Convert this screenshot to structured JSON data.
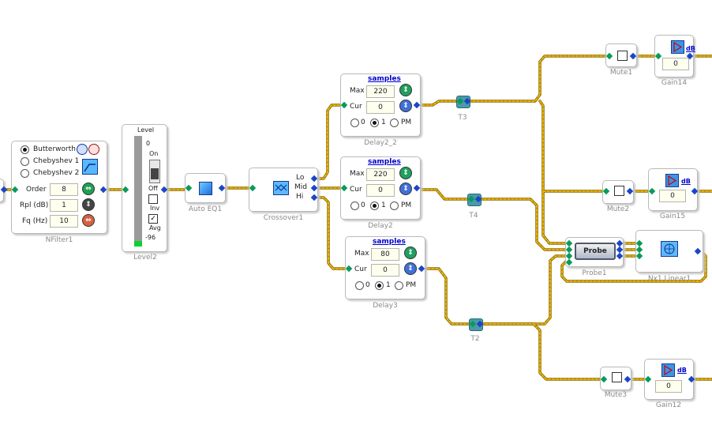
{
  "colors": {
    "wire": "#f0b800",
    "wire_dark": "#8a6a00",
    "pin_in": "#0a9a5a",
    "pin_out": "#1a45c8",
    "field_bg": "#fffff0"
  },
  "nfilter": {
    "label": "NFilter1",
    "options": [
      "Butterworth",
      "Chebyshev 1",
      "Chebyshev 2"
    ],
    "selected": 0,
    "order_label": "Order",
    "order_value": "8",
    "rpl_label": "Rpl (dB)",
    "rpl_value": "1",
    "fq_label": "Fq (Hz)",
    "fq_value": "10"
  },
  "level": {
    "label": "Level2",
    "title": "Level",
    "value": "0",
    "on_label": "On",
    "off_label": "Off",
    "inv_label": "Inv",
    "avg_label": "Avg",
    "avg_checked": true,
    "min_label": "-96",
    "meter_level": 0.05
  },
  "autoeq": {
    "label": "Auto EQ1"
  },
  "crossover": {
    "label": "Crossover1",
    "lo": "Lo",
    "mid": "Mid",
    "hi": "Hi"
  },
  "delays": [
    {
      "label": "Delay2_2",
      "link": "samples",
      "max_label": "Max",
      "max": "220",
      "cur_label": "Cur",
      "cur": "0",
      "opts": [
        "0",
        "1",
        "PM"
      ],
      "selected": 1
    },
    {
      "label": "Delay2",
      "link": "samples",
      "max_label": "Max",
      "max": "220",
      "cur_label": "Cur",
      "cur": "0",
      "opts": [
        "0",
        "1",
        "PM"
      ],
      "selected": 1
    },
    {
      "label": "Delay3",
      "link": "samples",
      "max_label": "Max",
      "max": "80",
      "cur_label": "Cur",
      "cur": "0",
      "opts": [
        "0",
        "1",
        "PM"
      ],
      "selected": 1
    }
  ],
  "tees": {
    "t3": "T3",
    "t4": "T4",
    "t2": "T2"
  },
  "mutes": {
    "m1": "Mute1",
    "m2": "Mute2",
    "m3": "Mute3"
  },
  "gains": [
    {
      "label": "Gain14",
      "unit": "dB",
      "value": "0"
    },
    {
      "label": "Gain15",
      "unit": "dB",
      "value": "0"
    },
    {
      "label": "Gain12",
      "unit": "dB",
      "value": "0"
    }
  ],
  "probe": {
    "label": "Probe1",
    "button": "Probe"
  },
  "nx1": {
    "label": "Nx1 Linear1"
  }
}
